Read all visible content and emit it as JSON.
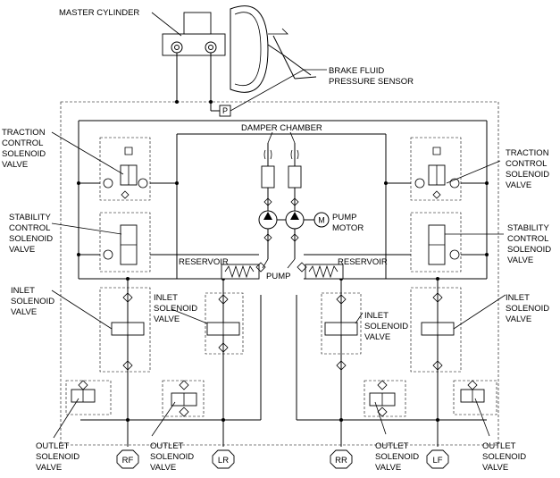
{
  "labels": {
    "master_cylinder": "MASTER CYLINDER",
    "brake_fluid_sensor": [
      "BRAKE FLUID",
      "PRESSURE SENSOR"
    ],
    "damper_chamber": "DAMPER CHAMBER",
    "pump_motor": [
      "PUMP",
      "MOTOR"
    ],
    "pump": "PUMP",
    "reservoir_left": "RESERVOIR",
    "reservoir_right": "RESERVOIR",
    "traction_left": [
      "TRACTION",
      "CONTROL",
      "SOLENOID",
      "VALVE"
    ],
    "traction_right": [
      "TRACTION",
      "CONTROL",
      "SOLENOID",
      "VALVE"
    ],
    "stability_left": [
      "STABILITY",
      "CONTROL",
      "SOLENOID",
      "VALVE"
    ],
    "stability_right": [
      "STABILITY",
      "CONTROL",
      "SOLENOID",
      "VALVE"
    ],
    "inlet_1": [
      "INLET",
      "SOLENOID",
      "VALVE"
    ],
    "inlet_2": [
      "INLET",
      "SOLENOID",
      "VALVE"
    ],
    "inlet_3": [
      "INLET",
      "SOLENOID",
      "VALVE"
    ],
    "inlet_4": [
      "INLET",
      "SOLENOID",
      "VALVE"
    ],
    "outlet_1": [
      "OUTLET",
      "SOLENOID",
      "VALVE"
    ],
    "outlet_2": [
      "OUTLET",
      "SOLENOID",
      "VALVE"
    ],
    "outlet_3": [
      "OUTLET",
      "SOLENOID",
      "VALVE"
    ],
    "outlet_4": [
      "OUTLET",
      "SOLENOID",
      "VALVE"
    ]
  },
  "symbols": {
    "pressure_sensor": "P",
    "motor": "M"
  },
  "wheels": {
    "rf": "RF",
    "lr": "LR",
    "rr": "RR",
    "lf": "LF"
  }
}
